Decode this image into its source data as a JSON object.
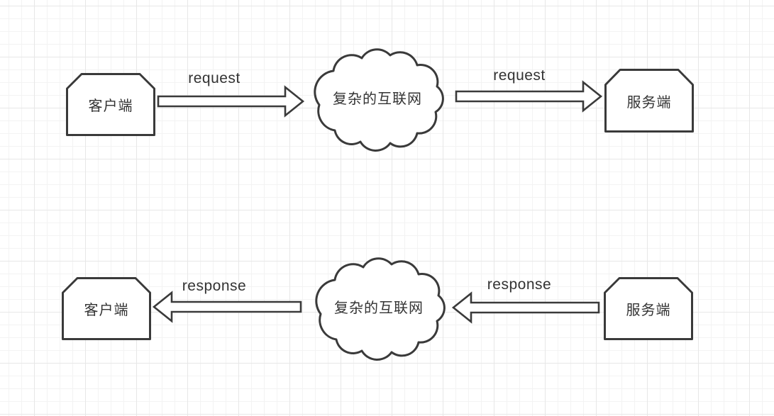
{
  "canvas": {
    "background": "#ffffff",
    "grid_minor_color": "#f3f3f3",
    "grid_major_color": "#e7e7e7",
    "stroke_color": "#3a3a3a",
    "text_color": "#333333",
    "shape_fill": "#ffffff"
  },
  "diagram": {
    "top_flow": {
      "client": {
        "label": "客户端"
      },
      "arrow1": {
        "label": "request",
        "direction": "right"
      },
      "cloud": {
        "label": "复杂的互联网"
      },
      "arrow2": {
        "label": "request",
        "direction": "right"
      },
      "server": {
        "label": "服务端"
      }
    },
    "bottom_flow": {
      "client": {
        "label": "客户端"
      },
      "arrow1": {
        "label": "response",
        "direction": "left"
      },
      "cloud": {
        "label": "复杂的互联网"
      },
      "arrow2": {
        "label": "response",
        "direction": "left"
      },
      "server": {
        "label": "服务端"
      }
    }
  }
}
